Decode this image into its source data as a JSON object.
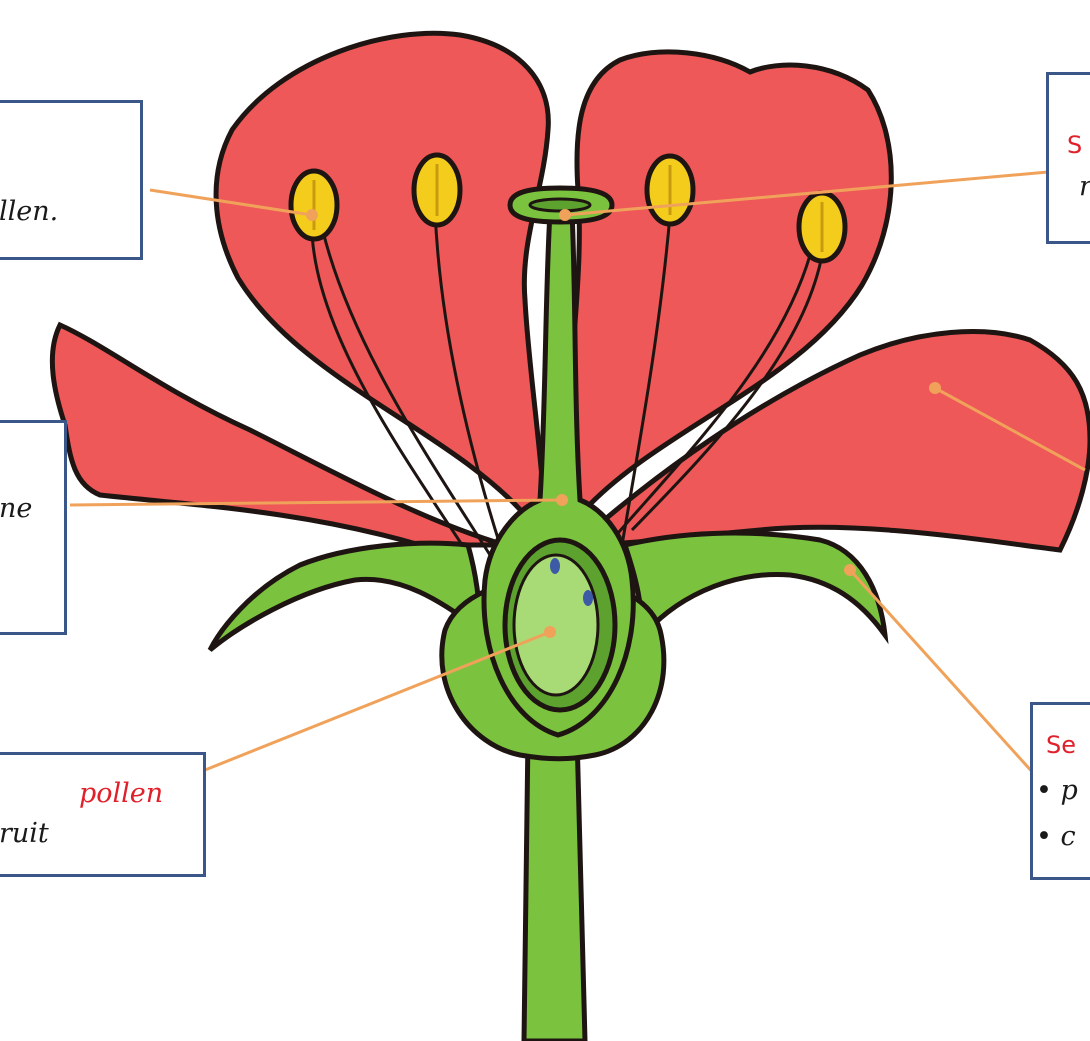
{
  "colors": {
    "petal": "#ee5858",
    "petal_outline": "#1e1512",
    "green": "#7bc23e",
    "green_dark": "#5da22f",
    "ovary_light": "#a8db76",
    "anther": "#f4cc1c",
    "leader_line": "#f0a25a",
    "box_border": "#3b5689",
    "highlight_text": "#e0202a",
    "ovule": "#3d5aa6"
  },
  "labels": {
    "stamen": {
      "text": "llen."
    },
    "style": {
      "text": "ne"
    },
    "ovary": {
      "pollen_word": "pollen",
      "fruit_word": "ruit"
    },
    "stigma": {
      "heading": "S",
      "line2": "r"
    },
    "sepal": {
      "heading": "Se",
      "bullet1": "• p",
      "bullet2": "• c"
    }
  }
}
